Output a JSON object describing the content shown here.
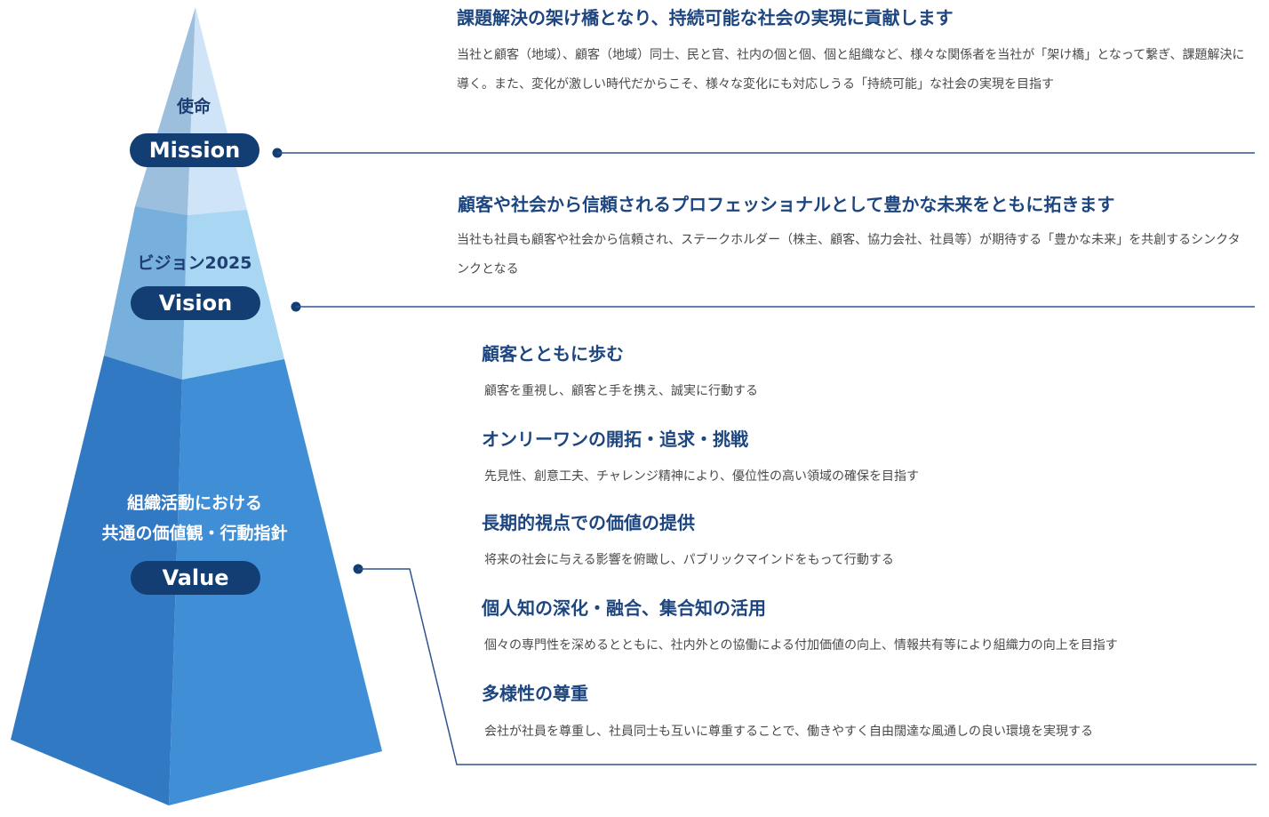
{
  "colors": {
    "navy": "#133e74",
    "heading": "#1d4680",
    "mission_light": "#cfe4f6",
    "mission_shade": "#9bbfdd",
    "vision_light": "#a9d6f3",
    "vision_shade": "#77b0dc",
    "value_light": "#3f8ed6",
    "value_shade": "#3279c4",
    "connector": "#2c5590"
  },
  "pyramid": {
    "mission": {
      "label_ja": "使命",
      "label_en": "Mission"
    },
    "vision": {
      "label_ja": "ビジョン2025",
      "label_en": "Vision"
    },
    "value": {
      "label_ja_line1": "組織活動における",
      "label_ja_line2": "共通の価値観・行動指針",
      "label_en": "Value"
    }
  },
  "mission": {
    "title": "課題解決の架け橋となり、持続可能な社会の実現に貢献します",
    "description": "当社と顧客（地域）、顧客（地域）同士、民と官、社内の個と個、個と組織など、様々な関係者を当社が「架け橋」となって繋ぎ、課題解決に導く。また、変化が激しい時代だからこそ、様々な変化にも対応しうる「持続可能」な社会の実現を目指す"
  },
  "vision": {
    "title": "顧客や社会から信頼されるプロフェッショナルとして豊かな未来をともに拓きます",
    "description": "当社も社員も顧客や社会から信頼され、ステークホルダー（株主、顧客、協力会社、社員等）が期待する「豊かな未来」を共創するシンクタンクとなる"
  },
  "values": [
    {
      "title": "顧客とともに歩む",
      "description": "顧客を重視し、顧客と手を携え、誠実に行動する"
    },
    {
      "title": "オンリーワンの開拓・追求・挑戦",
      "description": "先見性、創意工夫、チャレンジ精神により、優位性の高い領域の確保を目指す"
    },
    {
      "title": "長期的視点での価値の提供",
      "description": "将来の社会に与える影響を俯瞰し、パブリックマインドをもって行動する"
    },
    {
      "title": "個人知の深化・融合、集合知の活用",
      "description": "個々の専門性を深めるとともに、社内外との協働による付加価値の向上、情報共有等により組織力の向上を目指す"
    },
    {
      "title": "多様性の尊重",
      "description": "会社が社員を尊重し、社員同士も互いに尊重することで、働きやすく自由闊達な風通しの良い環境を実現する"
    }
  ]
}
